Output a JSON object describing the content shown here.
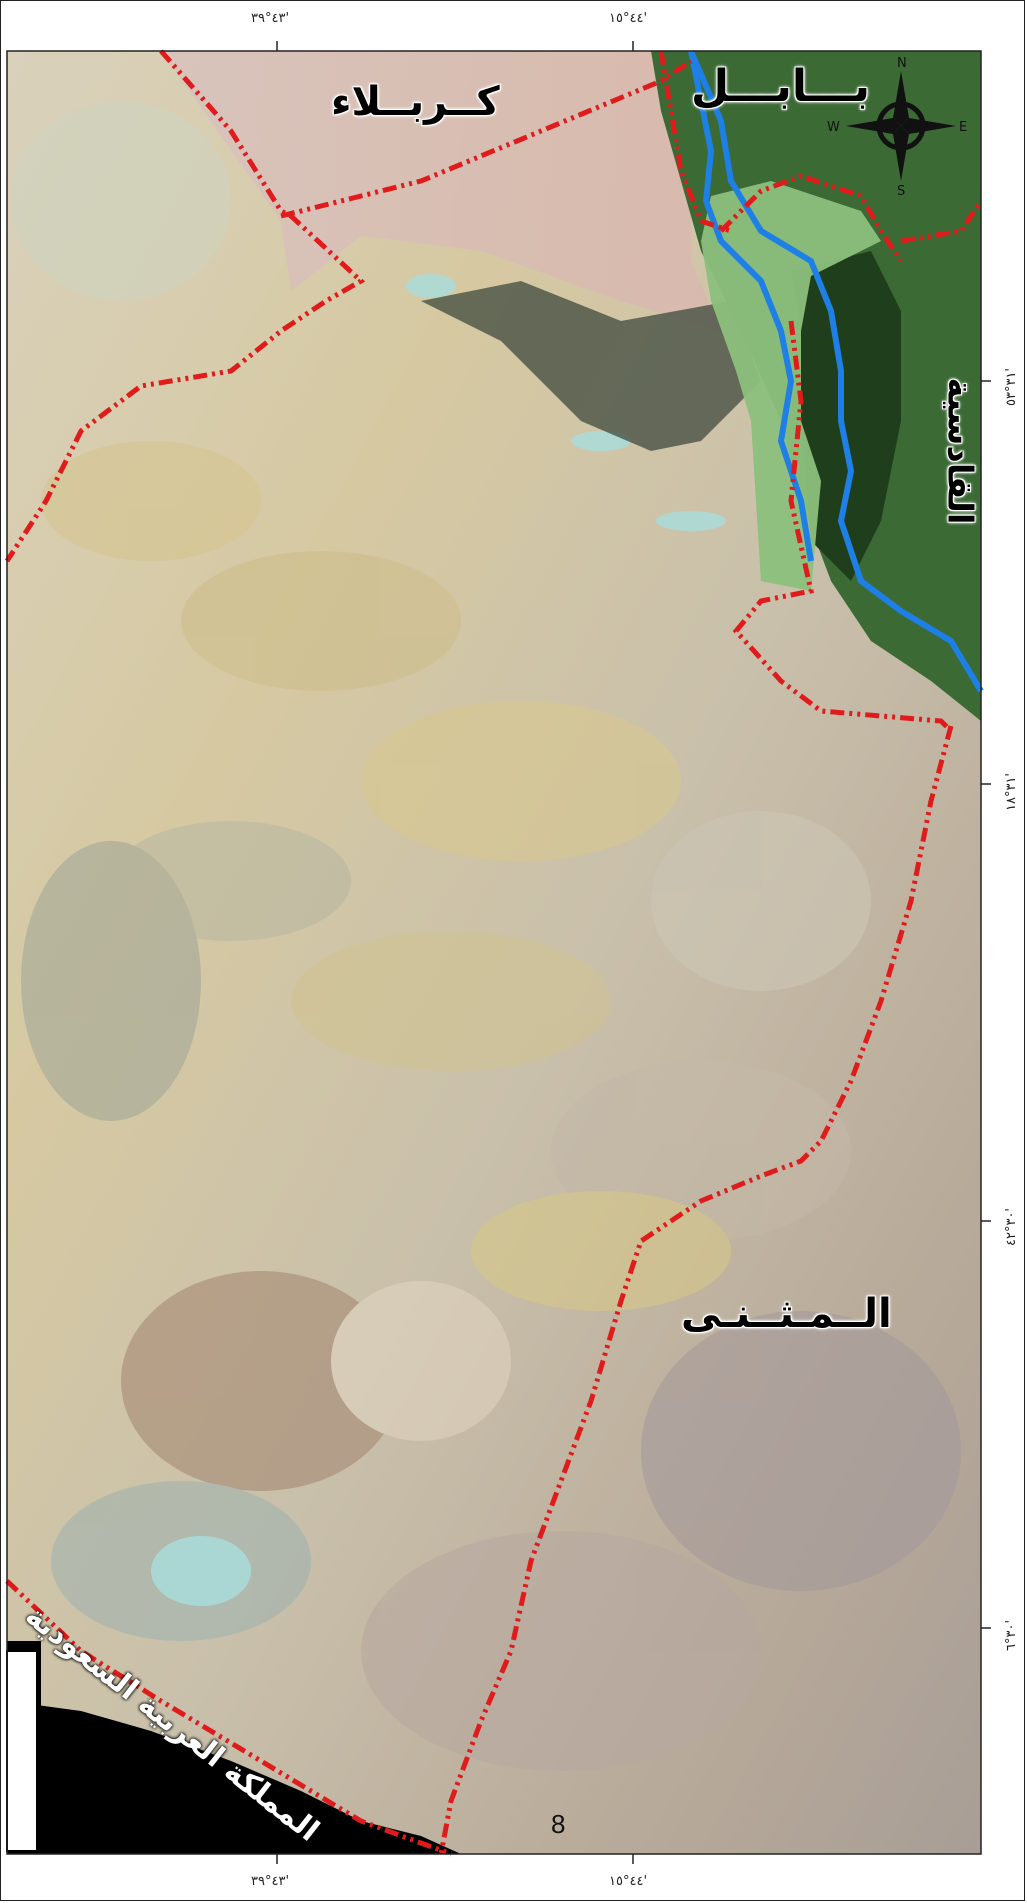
{
  "map": {
    "regions": {
      "karbala": "كــربــلاء",
      "babil": "بـــابـــل",
      "qadisiyah": "القادسية",
      "muthanna": "الــمـثــنـى",
      "saudi": "المملكة العربية السعودية"
    },
    "coords": {
      "top_left": "٤٣°٣٩'",
      "top_right": "٤٤°١٥'",
      "bottom_left": "٤٣°٣٩'",
      "bottom_right": "٤٤°١٥'",
      "right_1": "٣١°٥٣'",
      "right_2": "٣١°١٨'",
      "right_3": "٣٠°٤٢'",
      "right_4": "٣٠°٦'"
    },
    "compass": {
      "n": "N",
      "s": "S",
      "e": "E",
      "w": "W"
    },
    "colors": {
      "boundary": "#e01b1b",
      "river": "#1e7fe6",
      "lake": "#8cbf7e",
      "vegetation": "#2f5a2a",
      "desert": "#cfc3a4",
      "sea_black": "#000000"
    }
  },
  "page_number": "8"
}
